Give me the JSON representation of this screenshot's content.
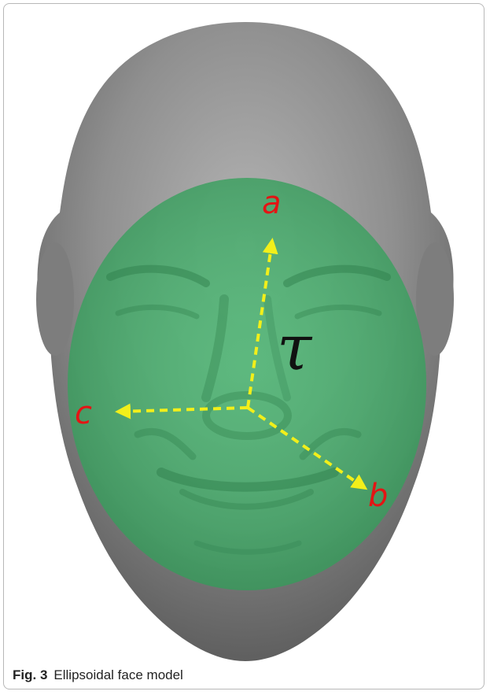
{
  "figure": {
    "axes": {
      "a": "a",
      "b": "b",
      "c": "c"
    },
    "center_symbol": "τ",
    "colors": {
      "ellipse_fill": "#46b46e",
      "arrow": "#f2ef1a",
      "axis_label": "#e41414",
      "head": "#8a8a8a"
    }
  },
  "caption": {
    "label": "Fig. 3",
    "text": "Ellipsoidal face model"
  }
}
